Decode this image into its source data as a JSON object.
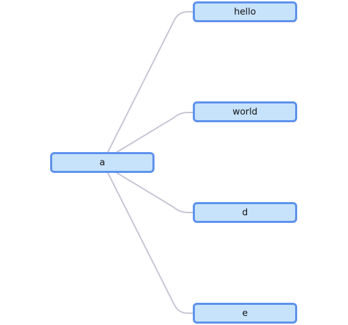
{
  "mindmap": {
    "root": {
      "label": "a"
    },
    "children": [
      {
        "label": "hello"
      },
      {
        "label": "world"
      },
      {
        "label": "d"
      },
      {
        "label": "e"
      }
    ]
  },
  "colors": {
    "node_fill": "#c7e2fb",
    "node_border": "#5d92ec",
    "connector": "#c5c6d4",
    "text": "#111111"
  }
}
